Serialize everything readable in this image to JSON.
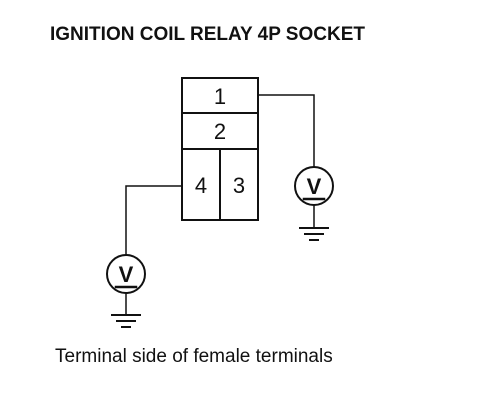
{
  "title": "IGNITION COIL RELAY 4P SOCKET",
  "caption": "Terminal side of female terminals",
  "socket": {
    "terminals": [
      "1",
      "2",
      "4",
      "3"
    ]
  },
  "meters": [
    {
      "symbol": "V",
      "connects_to": "1"
    },
    {
      "symbol": "V",
      "connects_to": "4"
    }
  ]
}
